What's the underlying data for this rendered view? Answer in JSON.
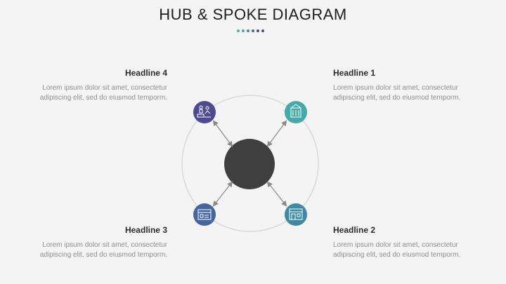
{
  "title": "HUB & SPOKE DIAGRAM",
  "dots": [
    "#4fb5b5",
    "#4fa3b5",
    "#4b85b0",
    "#4a62a5",
    "#4d4a9a",
    "#5a3f8f"
  ],
  "colors": {
    "hub": "#3f3f3f",
    "ring": "#d9d9d9",
    "arrow": "#8a8a8a",
    "spoke_1": "#45aaaa",
    "spoke_2": "#3f8aa3",
    "spoke_3": "#46659a",
    "spoke_4": "#4e4a91"
  },
  "spokes": [
    {
      "headline": "Headline 1",
      "text_line1": "Lorem ipsum dolor sit amet, consectetur",
      "text_line2": "adipiscing elit, sed do eiusmod temporm.",
      "icon": "building-icon"
    },
    {
      "headline": "Headline 2",
      "text_line1": "Lorem ipsum dolor sit amet, consectetur",
      "text_line2": "adipiscing elit, sed do eiusmod temporm.",
      "icon": "storefront-icon"
    },
    {
      "headline": "Headline 3",
      "text_line1": "Lorem ipsum dolor sit amet, consectetur",
      "text_line2": "adipiscing elit, sed do eiusmod temporm.",
      "icon": "dashboard-icon"
    },
    {
      "headline": "Headline 4",
      "text_line1": "Lorem ipsum dolor sit amet, consectetur",
      "text_line2": "adipiscing elit, sed do eiusmod temporm.",
      "icon": "team-icon"
    }
  ]
}
